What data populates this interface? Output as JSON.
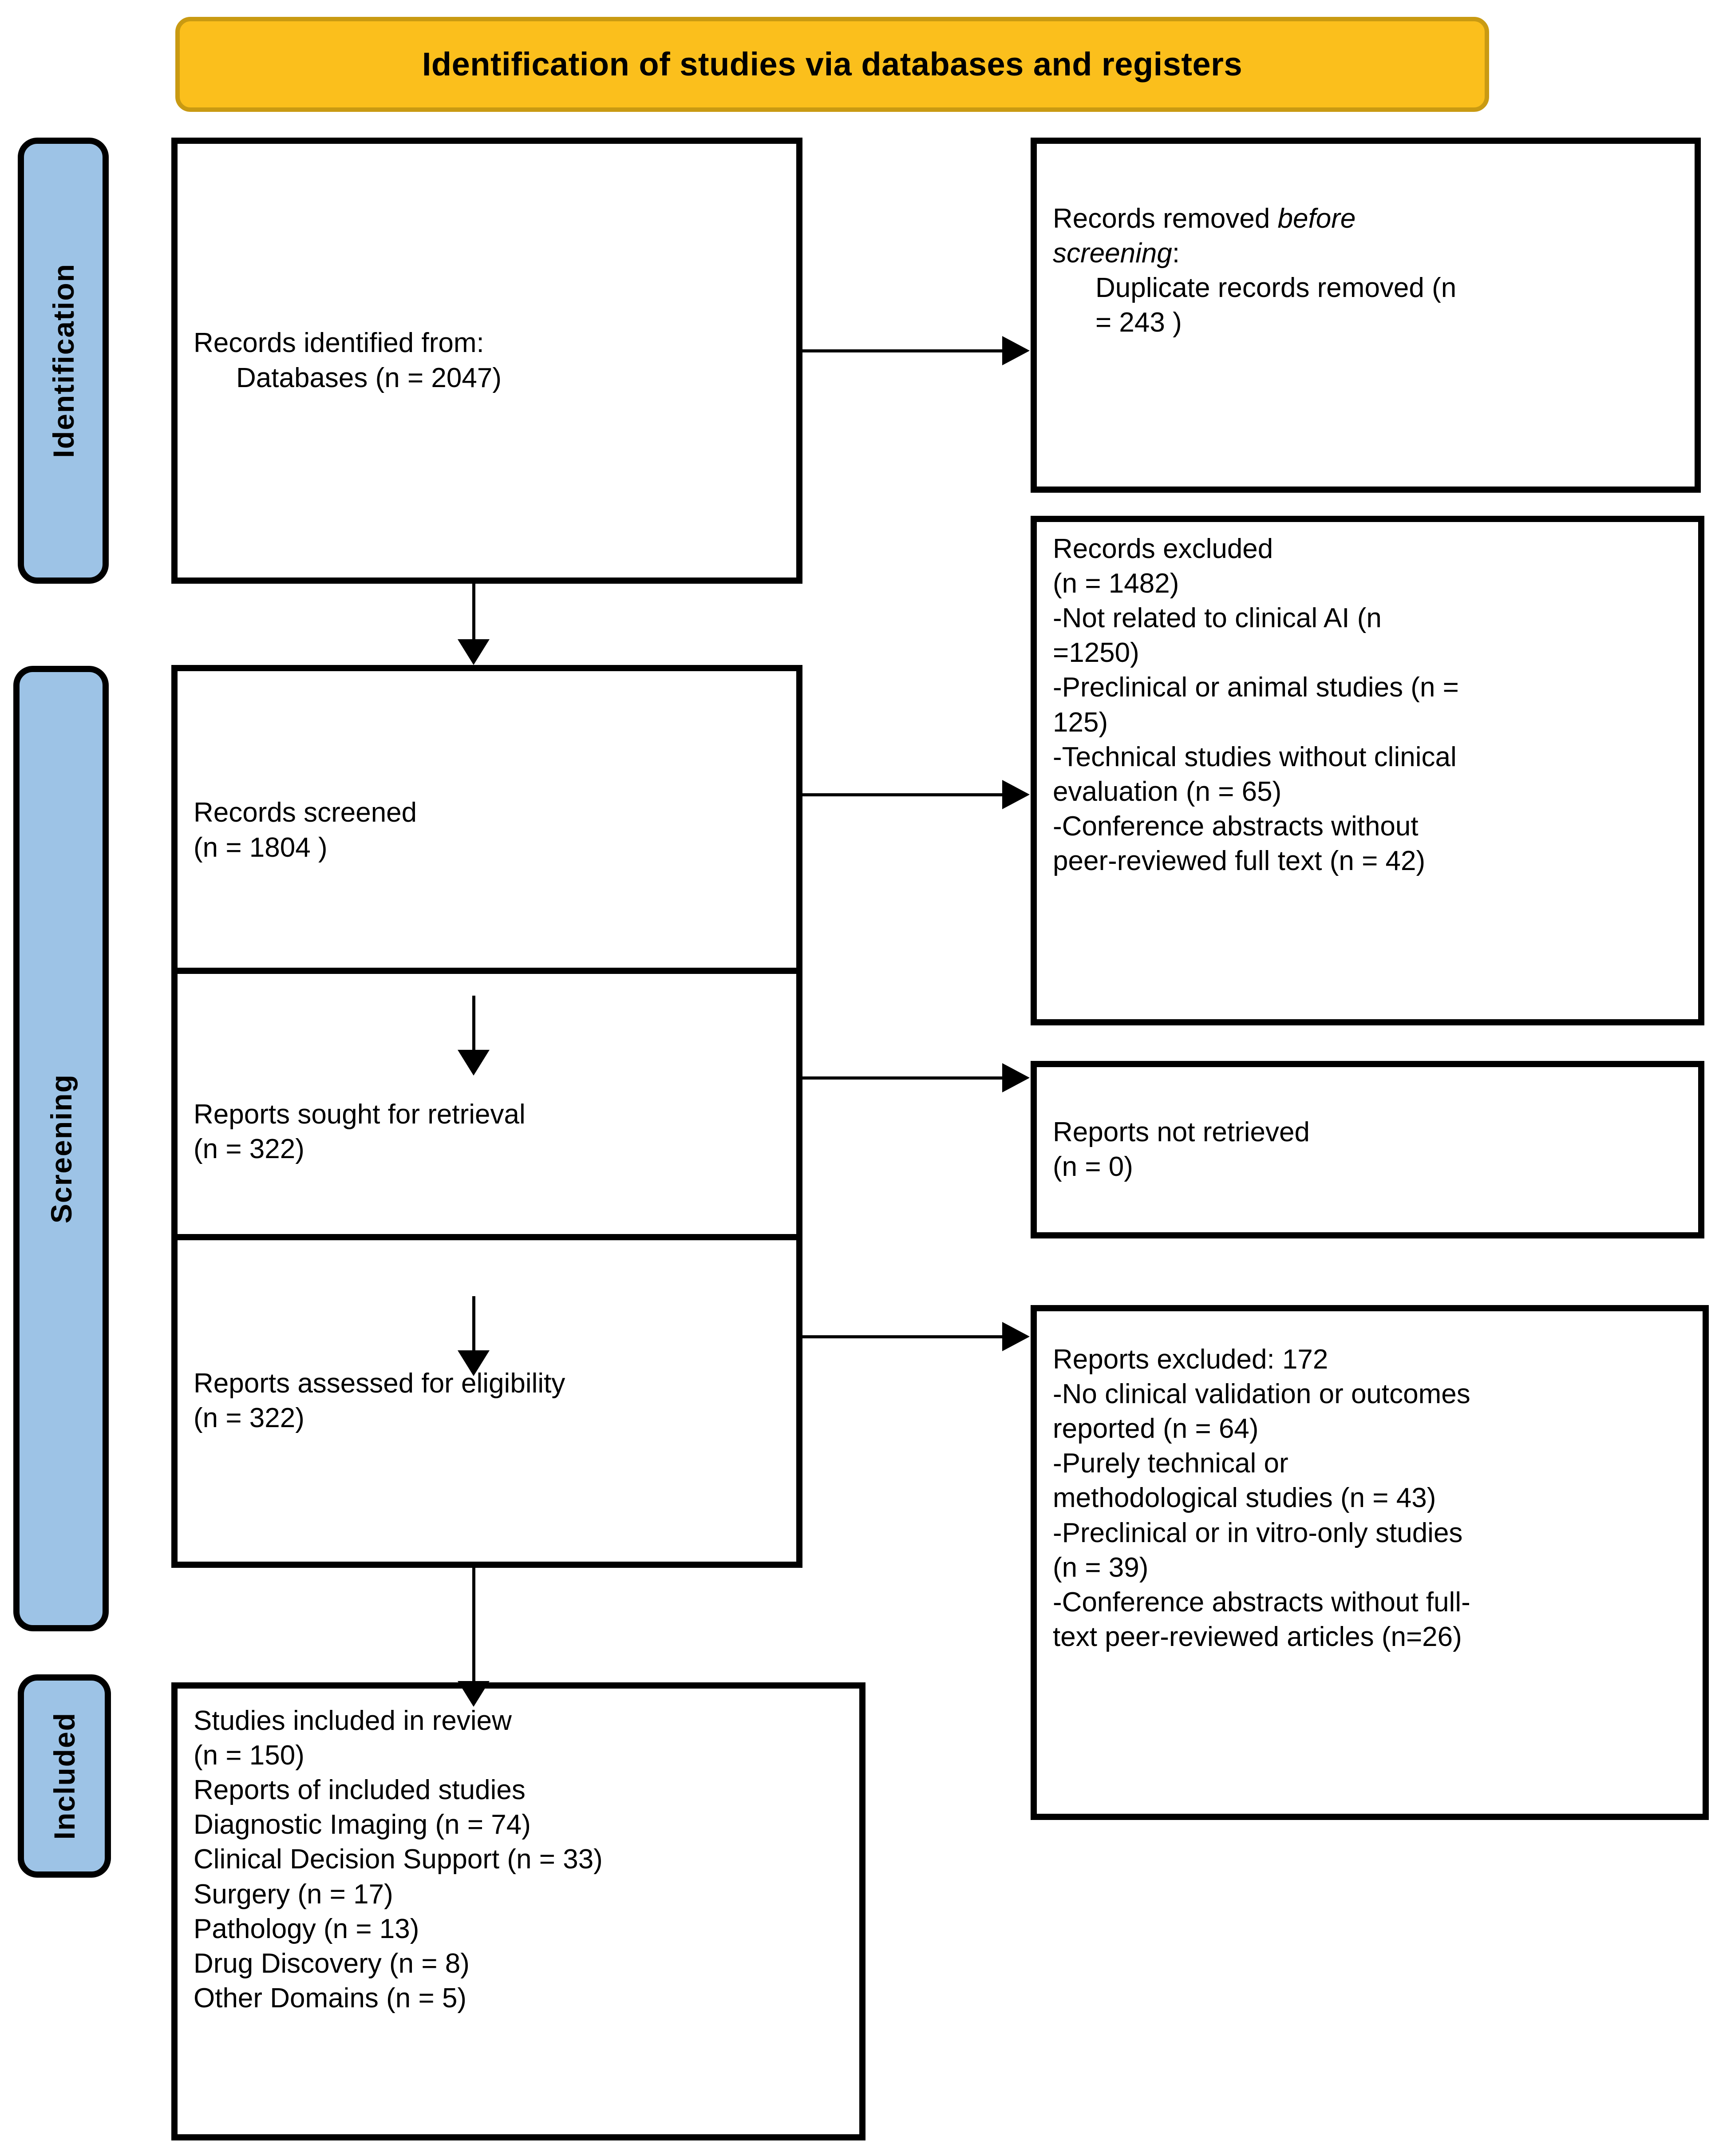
{
  "banner": {
    "title": "Identification of studies via databases and registers"
  },
  "bands": {
    "identification": "Identification",
    "screening": "Screening",
    "included": "Included"
  },
  "boxes": {
    "identified": {
      "line1": "Records identified from:",
      "line2": "Databases (n = 2047)"
    },
    "removed": {
      "line1_plain": "Records removed ",
      "line1_italic": "before",
      "line2_italic": "screening",
      "line2_plain": ":",
      "line3": "Duplicate records removed  (n",
      "line4": "= 243 )"
    },
    "screened": {
      "line1": "Records screened",
      "line2": "(n = 1804 )"
    },
    "records_excluded": {
      "line1": "Records excluded",
      "line2": "(n = 1482)",
      "line3": "-Not related to clinical AI (n",
      "line4": "=1250)",
      "line5": "-Preclinical or animal studies (n =",
      "line6": "125)",
      "line7": "-Technical studies without clinical",
      "line8": "evaluation (n = 65)",
      "line9": "-Conference abstracts without",
      "line10": "peer-reviewed full text (n = 42)"
    },
    "sought": {
      "line1": "Reports sought for retrieval",
      "line2": "(n = 322)"
    },
    "not_retrieved": {
      "line1": "Reports not retrieved",
      "line2": "(n = 0)"
    },
    "assessed": {
      "line1": "Reports assessed for eligibility",
      "line2": "(n = 322)"
    },
    "reports_excluded": {
      "line1": "Reports excluded: 172",
      "line2": "-No clinical validation or outcomes",
      "line3": "reported (n = 64)",
      "line4": "-Purely technical or",
      "line5": "methodological studies (n = 43)",
      "line6": "-Preclinical or in vitro-only studies",
      "line7": "(n = 39)",
      "line8": "-Conference abstracts without full-",
      "line9": "text peer-reviewed articles (n=26)"
    },
    "included": {
      "line1": "Studies included in review",
      "line2": "(n = 150)",
      "line3": "Reports of included studies",
      "line4": "Diagnostic Imaging (n = 74)",
      "line5": "Clinical Decision Support (n = 33)",
      "line6": "Surgery (n = 17)",
      "line7": "Pathology (n = 13)",
      "line8": "Drug Discovery (n = 8)",
      "line9": "Other Domains (n = 5)"
    }
  },
  "chart_data": {
    "type": "diagram",
    "title": "Identification of studies via databases and registers",
    "phases": [
      "Identification",
      "Screening",
      "Included"
    ],
    "nodes": [
      {
        "id": "identified",
        "label": "Records identified from: Databases",
        "n": 2047,
        "phase": "Identification"
      },
      {
        "id": "removed",
        "label": "Records removed before screening: Duplicate records removed",
        "n": 243,
        "phase": "Identification"
      },
      {
        "id": "screened",
        "label": "Records screened",
        "n": 1804,
        "phase": "Screening"
      },
      {
        "id": "records_excluded",
        "label": "Records excluded",
        "n": 1482,
        "phase": "Screening",
        "reasons": [
          {
            "label": "Not related to clinical AI",
            "n": 1250
          },
          {
            "label": "Preclinical or animal studies",
            "n": 125
          },
          {
            "label": "Technical studies without clinical evaluation",
            "n": 65
          },
          {
            "label": "Conference abstracts without peer-reviewed full text",
            "n": 42
          }
        ]
      },
      {
        "id": "sought",
        "label": "Reports sought for retrieval",
        "n": 322,
        "phase": "Screening"
      },
      {
        "id": "not_retrieved",
        "label": "Reports not retrieved",
        "n": 0,
        "phase": "Screening"
      },
      {
        "id": "assessed",
        "label": "Reports assessed for eligibility",
        "n": 322,
        "phase": "Screening"
      },
      {
        "id": "reports_excluded",
        "label": "Reports excluded",
        "n": 172,
        "phase": "Screening",
        "reasons": [
          {
            "label": "No clinical validation or outcomes reported",
            "n": 64
          },
          {
            "label": "Purely technical or methodological studies",
            "n": 43
          },
          {
            "label": "Preclinical or in vitro-only studies",
            "n": 39
          },
          {
            "label": "Conference abstracts without full-text peer-reviewed articles",
            "n": 26
          }
        ]
      },
      {
        "id": "included",
        "label": "Studies included in review",
        "n": 150,
        "phase": "Included",
        "breakdown": [
          {
            "label": "Diagnostic Imaging",
            "n": 74
          },
          {
            "label": "Clinical Decision Support",
            "n": 33
          },
          {
            "label": "Surgery",
            "n": 17
          },
          {
            "label": "Pathology",
            "n": 13
          },
          {
            "label": "Drug Discovery",
            "n": 8
          },
          {
            "label": "Other Domains",
            "n": 5
          }
        ]
      }
    ],
    "edges": [
      {
        "from": "identified",
        "to": "removed",
        "direction": "right"
      },
      {
        "from": "identified",
        "to": "screened",
        "direction": "down"
      },
      {
        "from": "screened",
        "to": "records_excluded",
        "direction": "right"
      },
      {
        "from": "screened",
        "to": "sought",
        "direction": "down"
      },
      {
        "from": "sought",
        "to": "not_retrieved",
        "direction": "right"
      },
      {
        "from": "sought",
        "to": "assessed",
        "direction": "down"
      },
      {
        "from": "assessed",
        "to": "reports_excluded",
        "direction": "right"
      },
      {
        "from": "assessed",
        "to": "included",
        "direction": "down"
      }
    ],
    "colors": {
      "banner": "#FBBF1C",
      "banner_border": "#C99A12",
      "band": "#9DC3E6",
      "box_border": "#000000",
      "text": "#000000"
    }
  }
}
